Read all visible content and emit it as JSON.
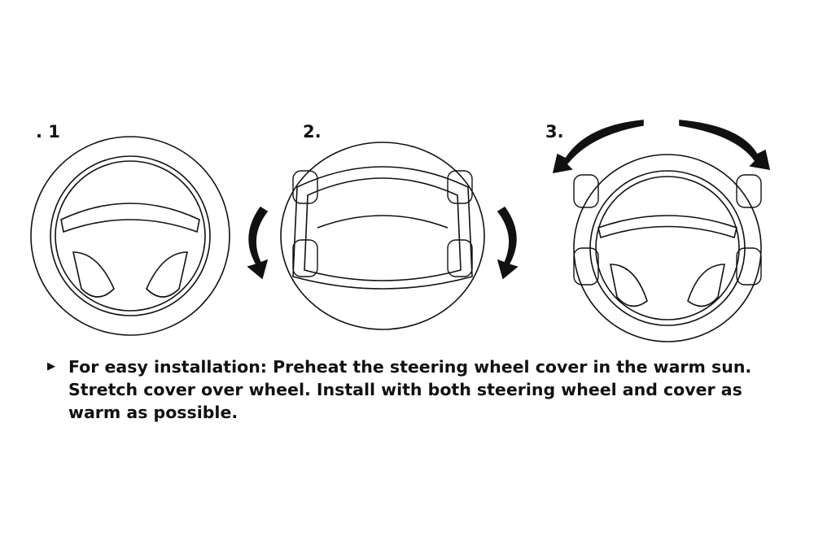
{
  "steps": [
    {
      "label": ". 1"
    },
    {
      "label": "2."
    },
    {
      "label": "3."
    }
  ],
  "instructions": {
    "bullet_icon": "triangle-right",
    "text": "For easy installation: Preheat the steering wheel cover in the warm sun. Stretch cover over wheel. Install with both steering wheel and cover as warm as possible."
  }
}
